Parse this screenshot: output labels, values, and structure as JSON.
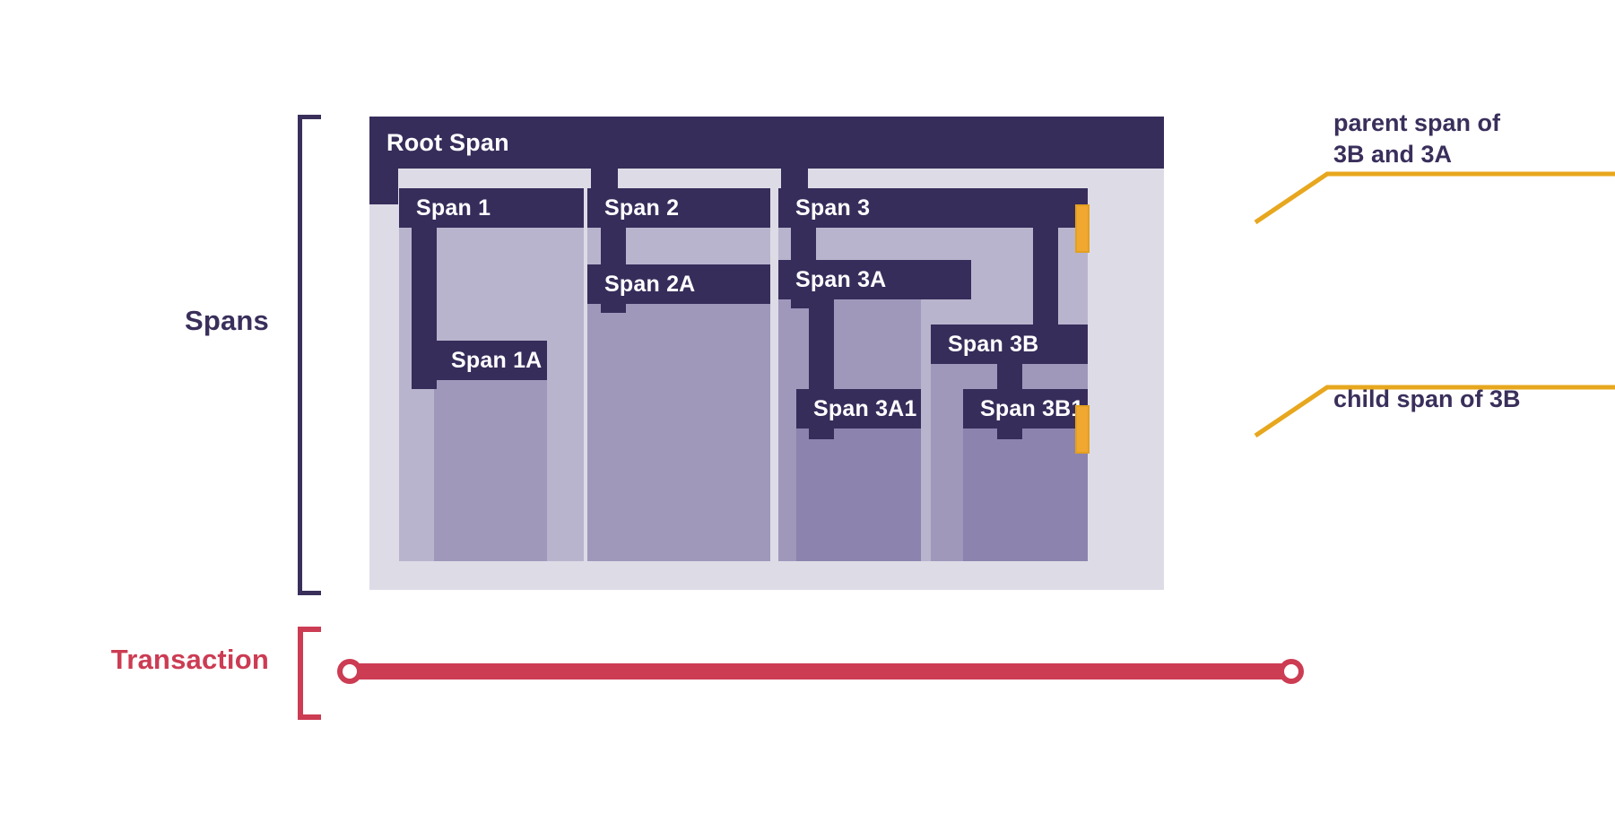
{
  "diagram": {
    "title_labels": {
      "spans": "Spans",
      "transaction": "Transaction"
    },
    "colors": {
      "dark_span": "#372d5b",
      "translucent_block": "rgba(93,78,140,0.28)",
      "container": "#dddbe6",
      "highlight_orange": "#f0a830",
      "leader_orange": "#e7a71e",
      "transaction_red": "#cc3c53",
      "label_purple": "#3a2f5b"
    },
    "spans": [
      {
        "id": "root",
        "label": "Root Span"
      },
      {
        "id": "s1",
        "label": "Span 1"
      },
      {
        "id": "s1a",
        "label": "Span 1A"
      },
      {
        "id": "s2",
        "label": "Span 2"
      },
      {
        "id": "s2a",
        "label": "Span 2A"
      },
      {
        "id": "s3",
        "label": "Span 3"
      },
      {
        "id": "s3a",
        "label": "Span 3A"
      },
      {
        "id": "s3a1",
        "label": "Span 3A1"
      },
      {
        "id": "s3b",
        "label": "Span 3B"
      },
      {
        "id": "s3b1",
        "label": "Span 3B1"
      }
    ],
    "callouts": [
      {
        "id": "parent",
        "text": "parent span of\n3B and 3A",
        "target_span": "Span 3"
      },
      {
        "id": "child",
        "text": "child span of 3B",
        "target_span": "Span 3B1"
      }
    ]
  }
}
